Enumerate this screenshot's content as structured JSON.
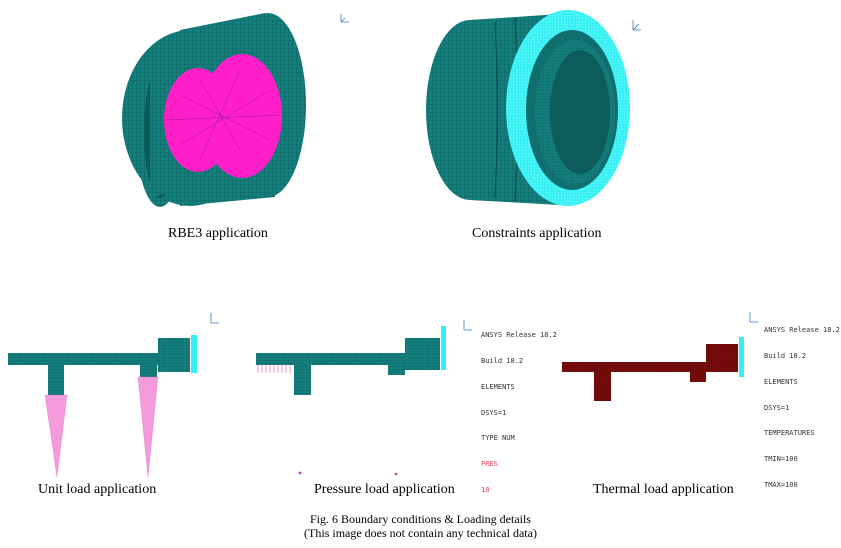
{
  "panels": {
    "rbe3": {
      "caption": "RBE3 application"
    },
    "constraints": {
      "caption": "Constraints application"
    },
    "unit_load": {
      "caption": "Unit load application"
    },
    "pressure_load": {
      "caption": "Pressure load application",
      "ansys_lines": [
        "ANSYS Release 18.2",
        "Build 18.2",
        "ELEMENTS",
        "DSYS=1",
        "TYPE NUM"
      ],
      "ansys_highlight": [
        "PRES",
        "10"
      ]
    },
    "thermal_load": {
      "caption": "Thermal load application",
      "ansys_lines": [
        "ANSYS Release 18.2",
        "Build 18.2",
        "ELEMENTS",
        "DSYS=1",
        "TEMPERATURES",
        "TMIN=100",
        "TMAX=100"
      ]
    }
  },
  "figure": {
    "caption": "Fig. 6 Boundary conditions & Loading details",
    "note": "(This image does not contain any technical data)"
  },
  "colors": {
    "mesh_teal": "#13807e",
    "rbe3_magenta": "#ff1fc8",
    "constraint_cyan": "#33f0f4",
    "thermal_red": "#7a0b0b",
    "load_pink": "#f07ad0"
  }
}
